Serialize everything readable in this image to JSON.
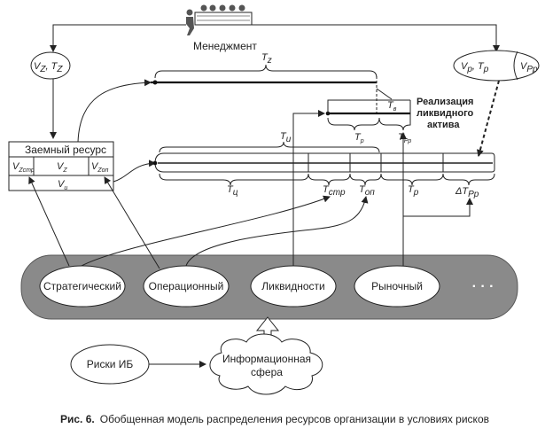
{
  "management_label": "Менеджмент",
  "left_param": {
    "v": "V",
    "v_sub": "Z",
    "t": "T",
    "t_sub": "Z"
  },
  "right_param": {
    "v": "V",
    "v_sub": "р",
    "t": "T",
    "t_sub": "р",
    "v2": "V",
    "v2_sub": "Рр"
  },
  "borrowed_resource": {
    "title": "Заемный ресурс",
    "cells": [
      {
        "main": "V",
        "sub": "Zстр"
      },
      {
        "main": "V",
        "sub": "Z"
      },
      {
        "main": "V",
        "sub": "Zоп"
      }
    ],
    "bottom": {
      "main": "V",
      "sub": "и"
    }
  },
  "timeline": {
    "tz": {
      "main": "T",
      "sub": "z"
    },
    "tu": {
      "main": "T",
      "sub": "и"
    },
    "tc": {
      "main": "T",
      "sub": "ц"
    },
    "tstr": {
      "main": "T",
      "sub": "стр"
    },
    "top": {
      "main": "T",
      "sub": "оп"
    },
    "tr": {
      "main": "T",
      "sub": "р"
    },
    "dtrr": {
      "main": "ΔT",
      "sub": "Рр"
    },
    "tzv": {
      "main": "T",
      "sub": "в"
    },
    "tr_small": {
      "main": "T",
      "sub": "р"
    },
    "trr_small": {
      "main": "T",
      "sub": "Рр"
    }
  },
  "liquid_asset_label": [
    "Реализация",
    "ликвидного",
    "актива"
  ],
  "risks": [
    "Стратегический",
    "Операционный",
    "Ликвидности",
    "Рыночный"
  ],
  "risks_more": "· · ·",
  "ib_risks": "Риски ИБ",
  "info_sphere": [
    "Информационная",
    "сфера"
  ],
  "caption": {
    "prefix": "Рис. 6.",
    "text": "Обобщенная модель распределения ресурсов организации в условиях рисков"
  }
}
